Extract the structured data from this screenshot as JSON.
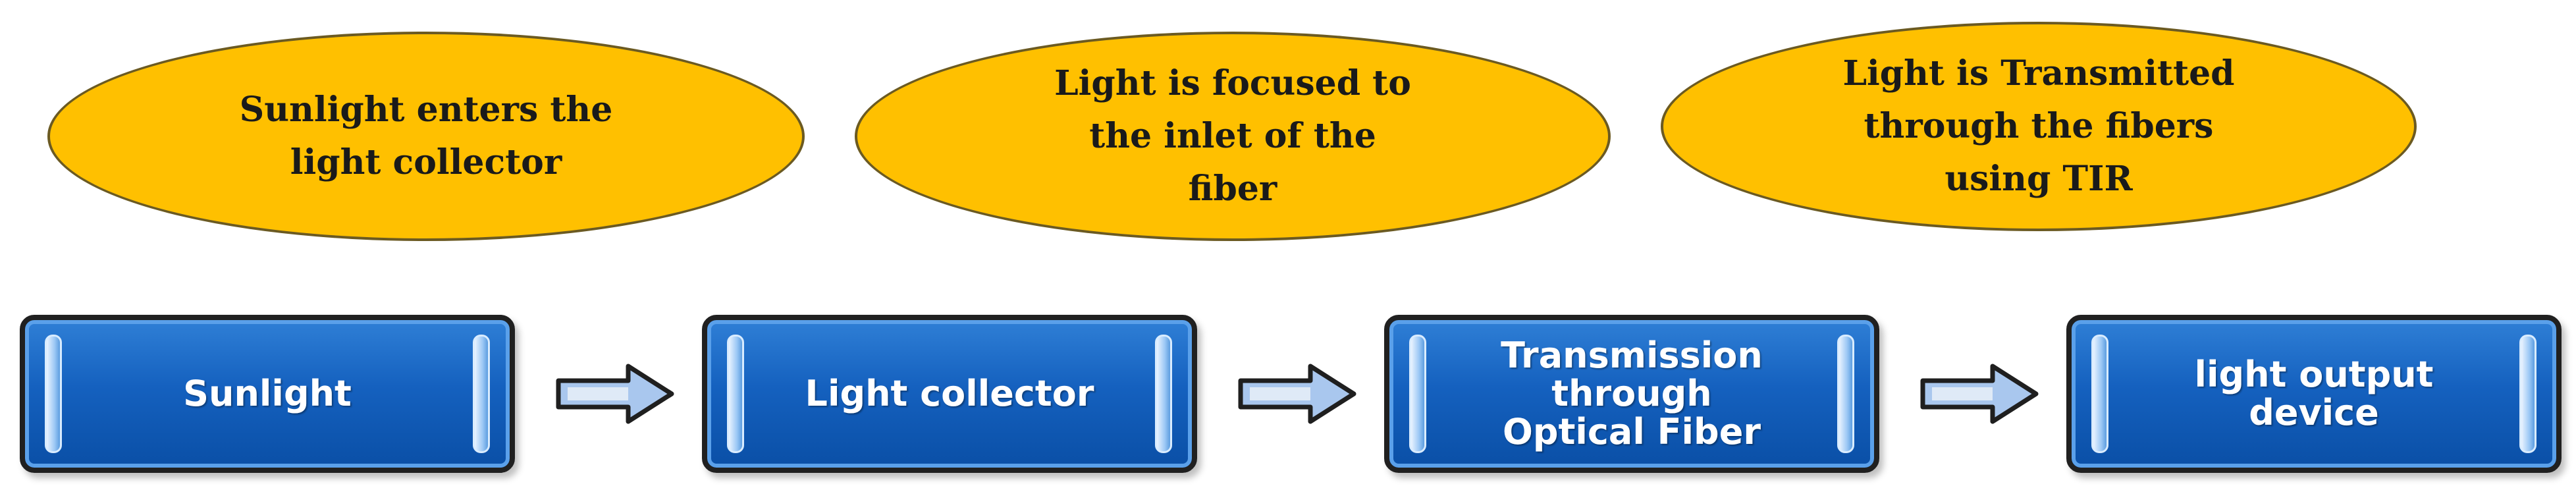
{
  "steps": {
    "sunlight": "Sunlight",
    "collector": "Light collector",
    "transmission": "Transmission\nthrough\nOptical Fiber",
    "output": "light output\ndevice"
  },
  "notes": {
    "enter": "Sunlight  enters the\nlight collector",
    "focus": "Light is focused to\nthe inlet of the\nfiber",
    "transmit": "Light is Transmitted\nthrough the fibers\nusing TIR"
  },
  "colors": {
    "ellipse_fill": "#FFC000",
    "box_fill": "#1561BF",
    "arrow_fill": "#A9C7EE"
  },
  "icons": {
    "flow_arrow": "flow-arrow-icon"
  }
}
